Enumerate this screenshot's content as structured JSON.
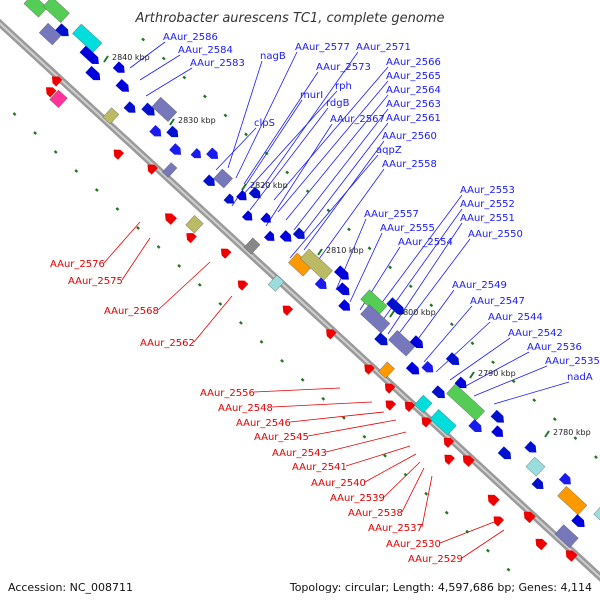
{
  "title": "Arthrobacter aurescens TC1, complete genome",
  "footer": {
    "accession": "Accession: NC_008711",
    "topology": "Topology: circular; Length: 4,597,686 bp; Genes: 4,114"
  },
  "colors": {
    "backbone": "#888888",
    "forward_label": "#1a1aff",
    "reverse_label": "#e60000",
    "forward_gene": "#0000dd",
    "reverse_gene": "#ee0000",
    "tick": "#227722"
  },
  "kbp_ticks": [
    "2840 kbp",
    "2830 kbp",
    "2820 kbp",
    "2810 kbp",
    "2800 kbp",
    "2790 kbp",
    "2780 kbp"
  ],
  "forward_labels": [
    "AAur_2586",
    "AAur_2584",
    "AAur_2583",
    "nagB",
    "AAur_2577",
    "AAur_2571",
    "AAur_2573",
    "AAur_2566",
    "AAur_2565",
    "rph",
    "murI",
    "AAur_2564",
    "rdgB",
    "AAur_2563",
    "clpS",
    "AAur_2567",
    "AAur_2561",
    "AAur_2560",
    "aqpZ",
    "AAur_2558",
    "AAur_2553",
    "AAur_2552",
    "AAur_2557",
    "AAur_2555",
    "AAur_2551",
    "AAur_2554",
    "AAur_2550",
    "AAur_2549",
    "AAur_2547",
    "AAur_2544",
    "AAur_2542",
    "AAur_2536",
    "AAur_2535",
    "nadA"
  ],
  "reverse_labels": [
    "AAur_2576",
    "AAur_2575",
    "AAur_2568",
    "AAur_2562",
    "AAur_2556",
    "AAur_2548",
    "AAur_2546",
    "AAur_2545",
    "AAur_2543",
    "AAur_2541",
    "AAur_2540",
    "AAur_2539",
    "AAur_2538",
    "AAur_2537",
    "AAur_2530",
    "AAur_2529"
  ]
}
